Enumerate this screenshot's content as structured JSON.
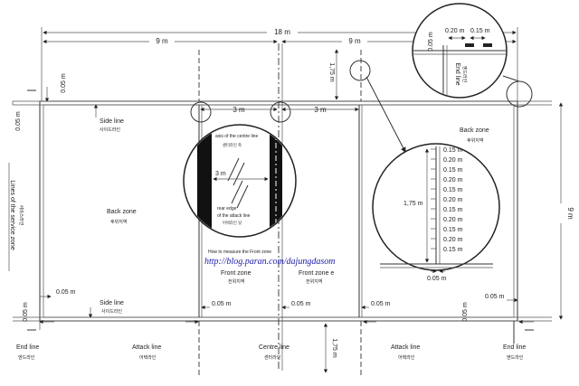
{
  "dimensions": {
    "total_width": "18 m",
    "half_left": "9 m",
    "half_right": "9 m",
    "attack_left": "3 m",
    "attack_right": "3 m",
    "side_height": "9 m",
    "line_top": "0.05 m",
    "line_left": "0.05 m",
    "line_bottom_left": "0.05 m",
    "extension_top": "1,75 m",
    "extension_bottom": "1,75 m",
    "bottom_left_width": "0.05 m",
    "bottom_attack_left": "0.05 m",
    "bottom_centre": "0.05 m",
    "bottom_attack_right": "0.05 m",
    "bottom_right": "0.05 m",
    "bottom_right_vertical": "0.05 m"
  },
  "labels": {
    "side_line": "Side line",
    "side_line_kr": "사이드라인",
    "side_line_bottom": "Side line",
    "side_line_bottom_kr": "사이드라인",
    "service_zone": "Lines of the service zone",
    "service_zone_kr": "서비스라인",
    "back_zone_left": "Back zone",
    "back_zone_left_kr": "후위지역",
    "back_zone_right": "Back zone",
    "back_zone_right_kr": "후위지역",
    "front_zone_left": "Front zone",
    "front_zone_left_kr": "전위지역",
    "front_zone_right": "Front zone e",
    "front_zone_right_kr": "전위지역",
    "end_line_left": "End line",
    "end_line_left_kr": "엔드라인",
    "attack_line_left": "Attack line",
    "attack_line_left_kr": "어택라인",
    "centre_line": "Centre line",
    "centre_line_kr": "센터라인",
    "attack_line_right": "Attack line",
    "attack_line_right_kr": "어택라인",
    "end_line_right": "End line",
    "end_line_right_kr": "엔드라인",
    "measure_caption": "How to measure the Front zone",
    "url": "http://blog.paran.com/dajungdasom"
  },
  "centre_detail": {
    "axis_label": "axis of the centre line",
    "axis_label_kr": "센터라인 축",
    "distance": "3 m",
    "rear_edge_1": "rear edge",
    "rear_edge_2": "of the attack line",
    "rear_edge_kr": "어택라인 뒷"
  },
  "right_detail": {
    "distances": [
      "0.15 m",
      "0.20 m",
      "0.15 m",
      "0.20 m",
      "0.15 m",
      "0.20 m",
      "0.15 m",
      "0.20 m",
      "0.15 m",
      "0.20 m",
      "0.15 m"
    ],
    "total": "1,75 m",
    "line_width": "0.05 m"
  },
  "top_detail": {
    "gap": "0.20 m",
    "dash": "0.15 m",
    "width": "0.05 m",
    "end_line": "End line",
    "end_line_kr": "엔드라인"
  }
}
